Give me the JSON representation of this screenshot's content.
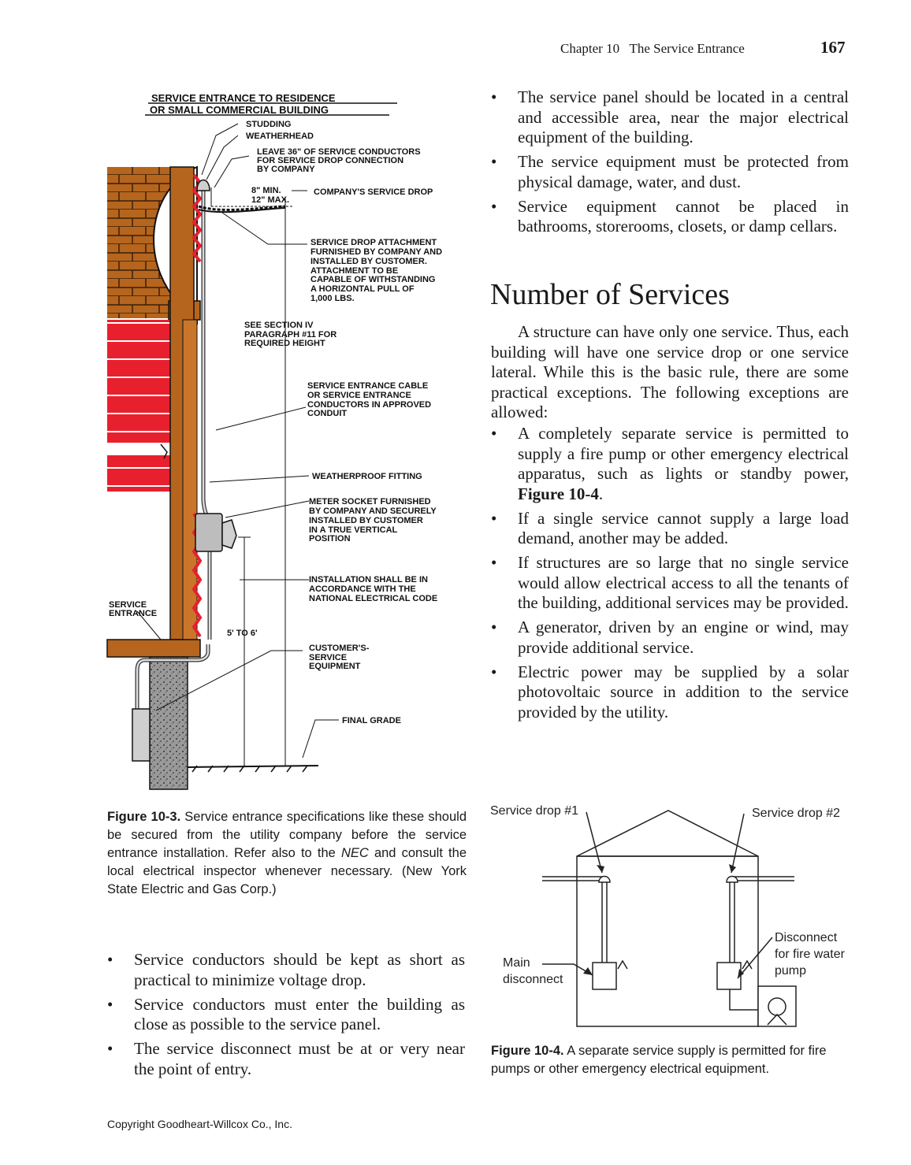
{
  "header": {
    "chapter": "Chapter 10   The Service Entrance",
    "page_number": "167"
  },
  "figure_10_3": {
    "title_line1": "SERVICE ENTRANCE TO RESIDENCE",
    "title_line2": "OR SMALL COMMERCIAL BUILDING",
    "labels": {
      "studding": "STUDDING",
      "weatherhead": "WEATHERHEAD",
      "leave1": "LEAVE 36\" OF SERVICE CONDUCTORS",
      "leave2": "FOR SERVICE DROP CONNECTION",
      "leave3": "BY COMPANY",
      "min": "8\" MIN.",
      "max": "12\" MAX.",
      "company_drop": "COMPANY'S SERVICE DROP",
      "attach1": "SERVICE DROP ATTACHMENT",
      "attach2": "FURNISHED BY COMPANY AND",
      "attach3": "INSTALLED BY CUSTOMER.",
      "attach4": "ATTACHMENT TO BE",
      "attach5": "CAPABLE OF WITHSTANDING",
      "attach6": "A HORIZONTAL PULL OF",
      "attach7": "1,000 LBS.",
      "see1": "SEE SECTION IV",
      "see2": "PARAGRAPH #11 FOR",
      "see3": "REQUIRED HEIGHT",
      "cable1": "SERVICE ENTRANCE CABLE",
      "cable2": "OR SERVICE ENTRANCE",
      "cable3": "CONDUCTORS IN APPROVED",
      "cable4": "CONDUIT",
      "weatherproof": "WEATHERPROOF FITTING",
      "meter1": "METER SOCKET FURNISHED",
      "meter2": "BY COMPANY AND SECURELY",
      "meter3": "INSTALLED BY CUSTOMER",
      "meter4": "IN A TRUE VERTICAL",
      "meter5": "POSITION",
      "install1": "INSTALLATION SHALL BE IN",
      "install2": "ACCORDANCE WITH THE",
      "install3": "NATIONAL ELECTRICAL CODE",
      "service1": "SERVICE",
      "service2": "ENTRANCE",
      "height": "5' TO 6'",
      "cust1": "CUSTOMER'S-",
      "cust2": "SERVICE",
      "cust3": "EQUIPMENT",
      "grade": "FINAL GRADE"
    }
  },
  "caption_10_3": {
    "label": "Figure 10-3.",
    "text_a": " Service entrance specifications like these should be secured from the utility company before the service entrance installation. Refer also to the ",
    "nec": "NEC",
    "text_b": " and consult the local electrical inspector whenever necessary. (New York State Electric and Gas Corp.)"
  },
  "bullets_top": [
    "The service panel should be located in a central and accessible area, near the major electrical equipment of the building.",
    "The service equipment must be protected from physical damage, water, and dust.",
    "Service equipment cannot be placed in bathrooms, storerooms, closets, or damp cellars."
  ],
  "heading": "Number of Services",
  "paragraph": "A structure can have only one service. Thus, each building will have one service drop or one service lateral. While this is the basic rule, there are some practical exceptions. The following exceptions are allowed:",
  "bullets_mid": {
    "item1_a": "A completely separate service is permitted to supply a fire pump or other emergency electrical apparatus, such as lights or standby power, ",
    "item1_ref": "Figure 10-4",
    "item1_b": ".",
    "items": [
      "If a single service cannot supply a large load demand, another may be added.",
      "If structures are so large that no single service would allow electrical access to all the tenants of the building, additional services may be provided.",
      "A generator, driven by an engine or wind, may provide additional service.",
      "Electric power may be supplied by a solar photovoltaic source in addition to the service provided by the utility."
    ]
  },
  "figure_10_4": {
    "drop1": "Service drop #1",
    "drop2": "Service drop #2",
    "main1": "Main",
    "main2": "disconnect",
    "disc1": "Disconnect",
    "disc2": "for fire water",
    "disc3": "pump"
  },
  "caption_10_4": {
    "label": "Figure 10-4.",
    "text": " A separate service supply is permitted for fire pumps or other emergency electrical equipment."
  },
  "bullets_bottom": [
    "Service conductors should be kept as short as practical to minimize voltage drop.",
    "Service conductors must enter the building as close as possible to the service panel.",
    "The service disconnect must be at or very near the point of entry."
  ],
  "copyright": "Copyright Goodheart-Willcox Co., Inc.",
  "colors": {
    "brick": "#b5651d",
    "siding": "#e8202e",
    "text": "#1a1a1a"
  }
}
